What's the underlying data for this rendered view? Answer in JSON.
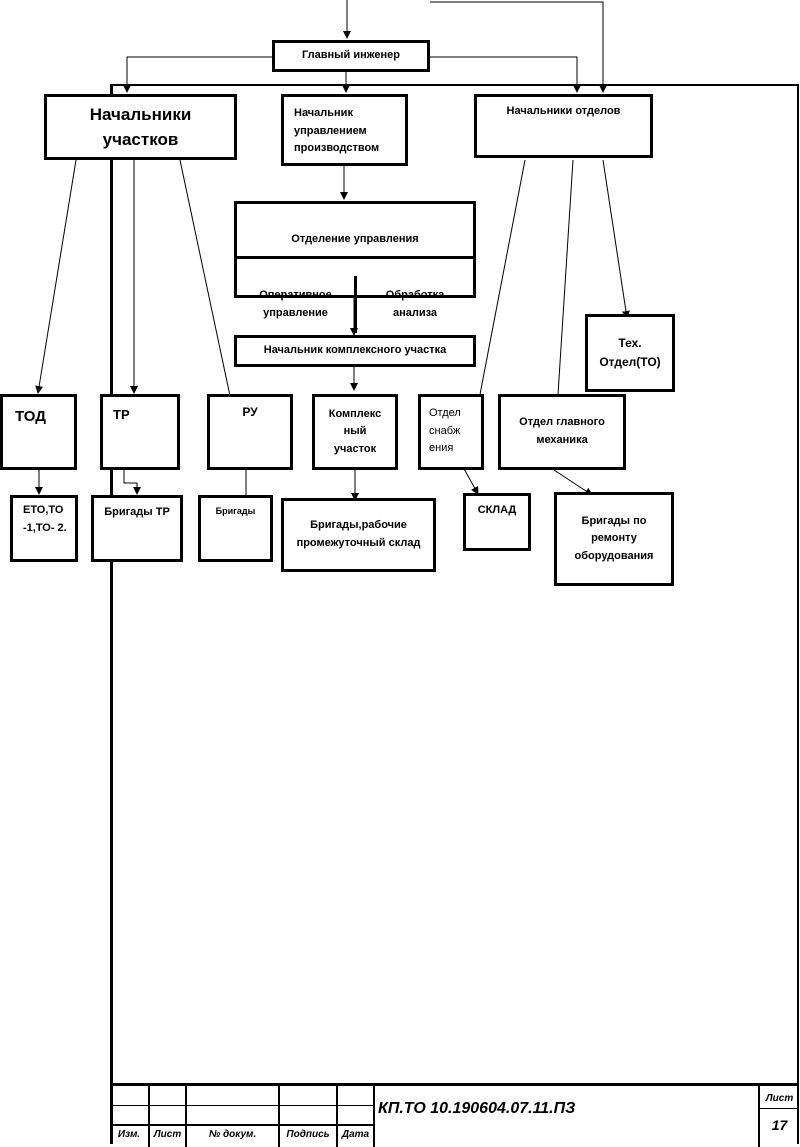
{
  "boxes": {
    "chief_engineer": "Главный инженер",
    "site_heads": "Начальники участков",
    "production_head": "Начальник управлением производством",
    "dept_heads": "Начальники отделов",
    "control_dept": "Отделение управления",
    "operative": "Оперативное управление",
    "analysis": "Обработка анализа",
    "complex_head": "Начальник комплексного участка",
    "tech_dept": "Тех. Отдел(ТО)",
    "tod": "ТОД",
    "tr": "ТР",
    "ru": "РУ",
    "complex_site": "Комплекс ный участок",
    "supply_dept": "Отдел снабж ения",
    "mechanic_dept": "Отдел главного механика",
    "eto": "ЕТО,ТО -1,ТО- 2.",
    "tr_brigades": "Бригады ТР",
    "brigades": "Бригады",
    "brigades_warehouse": "Бригады,рабочие промежуточный склад",
    "warehouse": "СКЛАД",
    "repair_brigades": "Бригады по ремонту оборудования"
  },
  "stamp": {
    "izm": "Изм.",
    "list": "Лист",
    "doc_no": "№ докум.",
    "signature": "Подпись",
    "date": "Дата",
    "document_code": "КП.ТО 10.190604.07.11.ПЗ",
    "sheet_label": "Лист",
    "sheet_number": "17"
  }
}
